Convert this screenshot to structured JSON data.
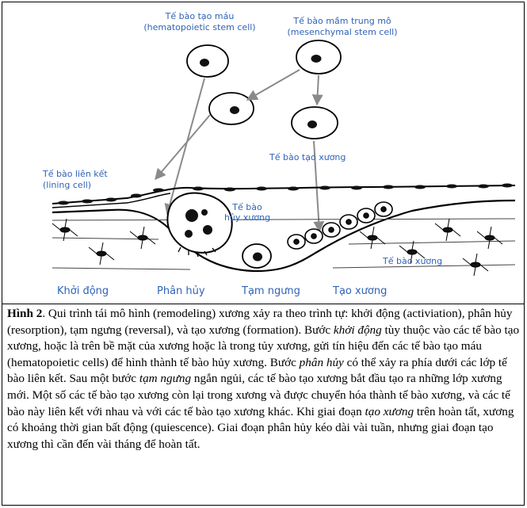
{
  "labels": {
    "hsc_vi": "Tế bào tạo máu",
    "hsc_en": "(hematopoietic stem cell)",
    "msc_vi": "Tế bào mầm trung mô",
    "msc_en": "(mesenchymal stem cell)",
    "lining_vi": "Tế bào liên kết",
    "lining_en": "(lining cell)",
    "osteoblast": "Tế bào tạo xương",
    "osteoclast_1": "Tế bào",
    "osteoclast_2": "hủy xương",
    "osteocyte": "Tế bào xương"
  },
  "stages": [
    "Khởi động",
    "Phân hủy",
    "Tạm ngưng",
    "Tạo xương"
  ],
  "caption": {
    "figure_label": "Hình 2",
    "p1": ". Qui trình tái mô hình (remodeling) xương xảy ra theo trình tự: khởi động (activiation), phân hủy (resorption), tạm ngưng (reversal), và tạo xương (formation). Bước ",
    "em1": "khởi động",
    "p2": " tùy thuộc vào các tế bào tạo xương, hoặc là trên bề mặt của xương hoặc là trong tủy xương, gửi tín hiệu đến các tế bào tạo máu (hematopoietic cells) để hình thành tế bào hủy xương.  Bước ",
    "em2": "phân hủy",
    "p3": " có thể xảy ra phía dưới các lớp tế bào liên kết.  Sau một bước ",
    "em3": "tạm ngưng",
    "p4": " ngắn ngủi, các tế bào tạo xương bắt đầu tạo ra những lớp xương mới.  Một số các tế bào tạo xương còn lại trong xương và được chuyển hóa thành tế bào xương, và các tế bào này liên kết với nhau và với các tế bào tạo xương khác. Khi giai đoạn ",
    "em4": "tạo xương",
    "p5": " trên hoàn tất, xương có khoảng thời gian bất động (quiescence). Giai đoạn phân hủy kéo dài vài tuần, nhưng giai đoạn tạo xương thì cần đến vài tháng để hoàn tất."
  },
  "colors": {
    "label_blue": "#2f63b8",
    "line": "#000000",
    "arrow": "#8a8a8a"
  }
}
